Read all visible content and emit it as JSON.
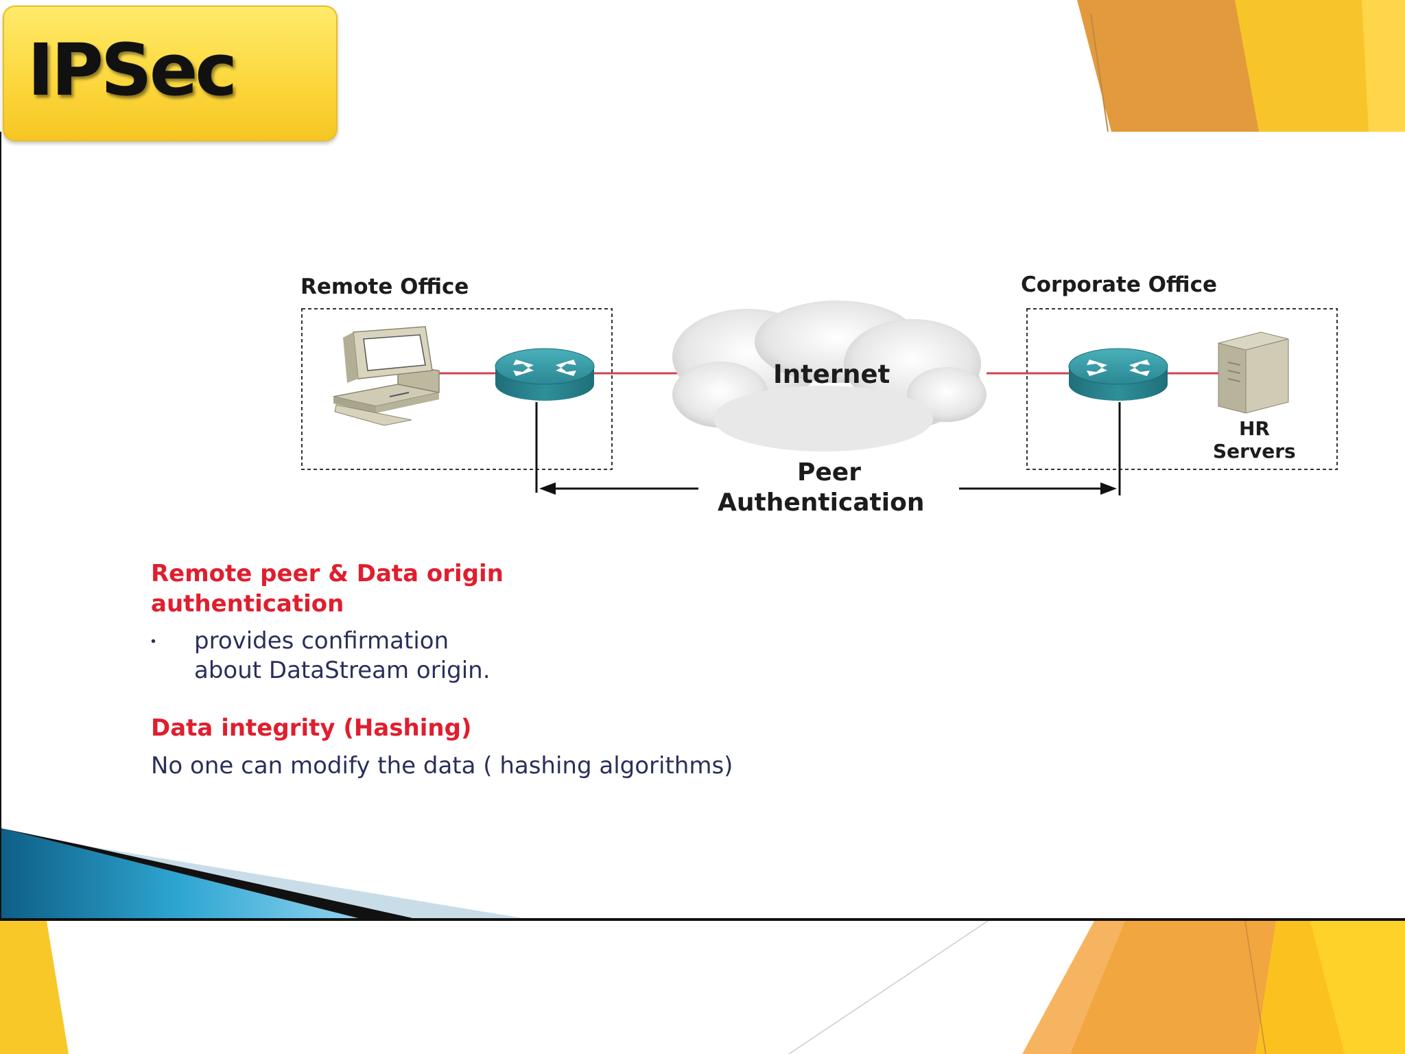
{
  "slide": {
    "title": "IPSec",
    "colors": {
      "title_bg": "#fcd83e",
      "accent_orange": "#e39a3d",
      "accent_yellow": "#f7c52a",
      "heading_red": "#e01e2e",
      "body_navy": "#2a2f5a",
      "link_red": "#d44055",
      "router_teal": "#2f8f9a"
    }
  },
  "diagram": {
    "remote_office_label": "Remote Office",
    "corporate_office_label": "Corporate Office",
    "cloud_label": "Internet",
    "servers_label_line1": "HR",
    "servers_label_line2": "Servers",
    "peer_auth_line1": "Peer",
    "peer_auth_line2": "Authentication",
    "icons": [
      "computer-icon",
      "router-icon",
      "cloud-icon",
      "server-icon"
    ]
  },
  "content": {
    "section1_heading_line1": "Remote peer  & Data origin",
    "section1_heading_line2": "authentication",
    "bullet_symbol": "•",
    "section1_body_line1": "provides confirmation",
    "section1_body_line2": "about DataStream origin.",
    "section2_heading": "Data integrity (Hashing)",
    "section2_body": "No one can modify the data ( hashing algorithms)"
  }
}
